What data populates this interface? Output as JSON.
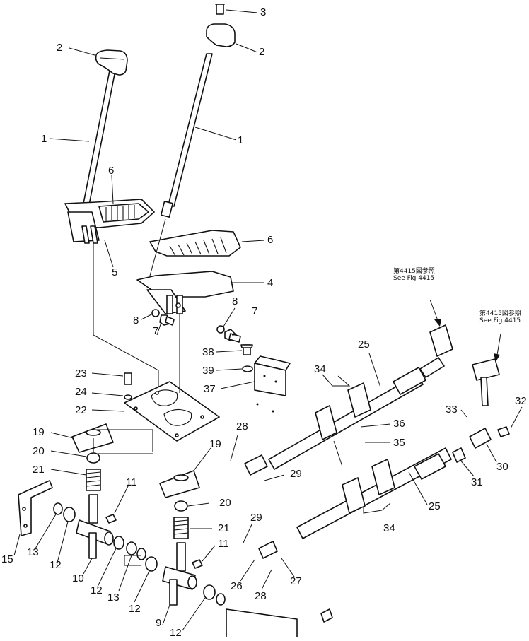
{
  "figure": {
    "callouts": {
      "c3": "3",
      "c2a": "2",
      "c2b": "2",
      "c1a": "1",
      "c1b": "1",
      "c6a": "6",
      "c6b": "6",
      "c5": "5",
      "c4": "4",
      "c8a": "8",
      "c8b": "8",
      "c7a": "7",
      "c7b": "7",
      "c38": "38",
      "c39": "39",
      "c37": "37",
      "c23": "23",
      "c24": "24",
      "c22": "22",
      "c19a": "19",
      "c19b": "19",
      "c20a": "20",
      "c20b": "20",
      "c21a": "21",
      "c21b": "21",
      "c28a": "28",
      "c28b": "28",
      "c29a": "29",
      "c29b": "29",
      "c11a": "11",
      "c11b": "11",
      "c15": "15",
      "c13a": "13",
      "c13b": "13",
      "c12a": "12",
      "c12b": "12",
      "c12c": "12",
      "c12d": "12",
      "c10": "10",
      "c9": "9",
      "c26": "26",
      "c27": "27",
      "c34a": "34",
      "c34b": "34",
      "c25a": "25",
      "c25b": "25",
      "c36": "36",
      "c35": "35",
      "c33": "33",
      "c32": "32",
      "c30": "30",
      "c31": "31"
    },
    "refs": {
      "ref1_jp": "第4415図参照",
      "ref1_en": "See Fig 4415",
      "ref2_jp": "第4415図参照",
      "ref2_en": "See Fig 4415"
    }
  }
}
